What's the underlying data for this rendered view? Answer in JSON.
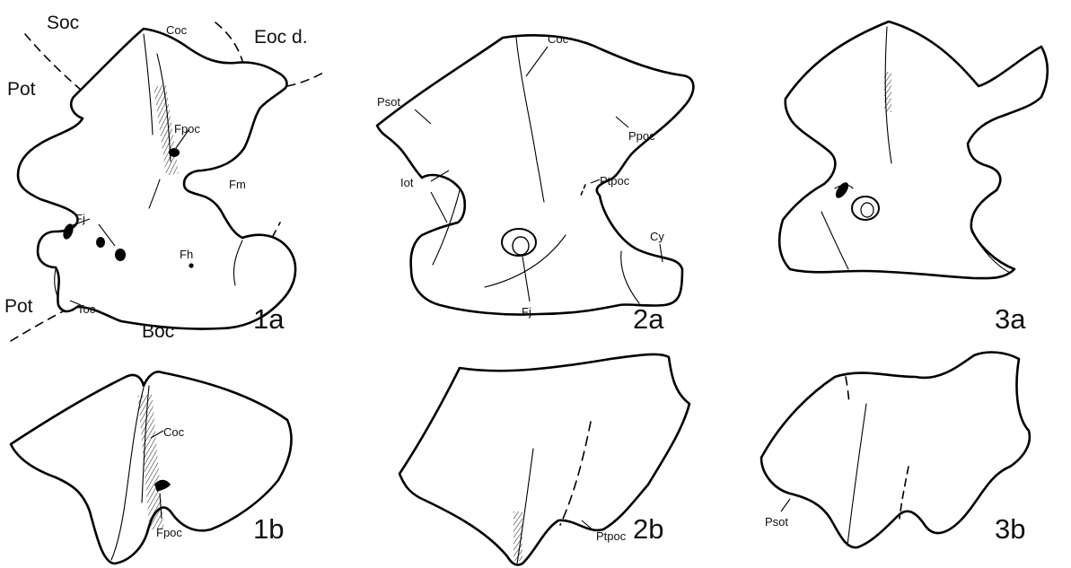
{
  "figures": {
    "f1a": {
      "figure_label": "1a",
      "regions": {
        "soc": "Soc",
        "coc_top": "Coc",
        "eoc": "Eoc d.",
        "pot_upper": "Pot",
        "pot_lower": "Pot",
        "boc": "Boc"
      },
      "features": {
        "fpoc": "Fpoc",
        "fm": "Fm",
        "fj": "Fj",
        "fh": "Fh",
        "toc": "Toc"
      }
    },
    "f1b": {
      "figure_label": "1b",
      "features": {
        "coc": "Coc",
        "fpoc": "Fpoc"
      }
    },
    "f2a": {
      "figure_label": "2a",
      "features": {
        "coc": "Coc",
        "psot": "Psot",
        "ppoc": "Ppoc",
        "iot": "Iot",
        "ptpoc": "Ptpoc",
        "cy": "Cy",
        "fj": "Fj"
      }
    },
    "f2b": {
      "figure_label": "2b",
      "features": {
        "ptpoc": "Ptpoc"
      }
    },
    "f3a": {
      "figure_label": "3a"
    },
    "f3b": {
      "figure_label": "3b",
      "features": {
        "psot": "Psot"
      }
    }
  }
}
